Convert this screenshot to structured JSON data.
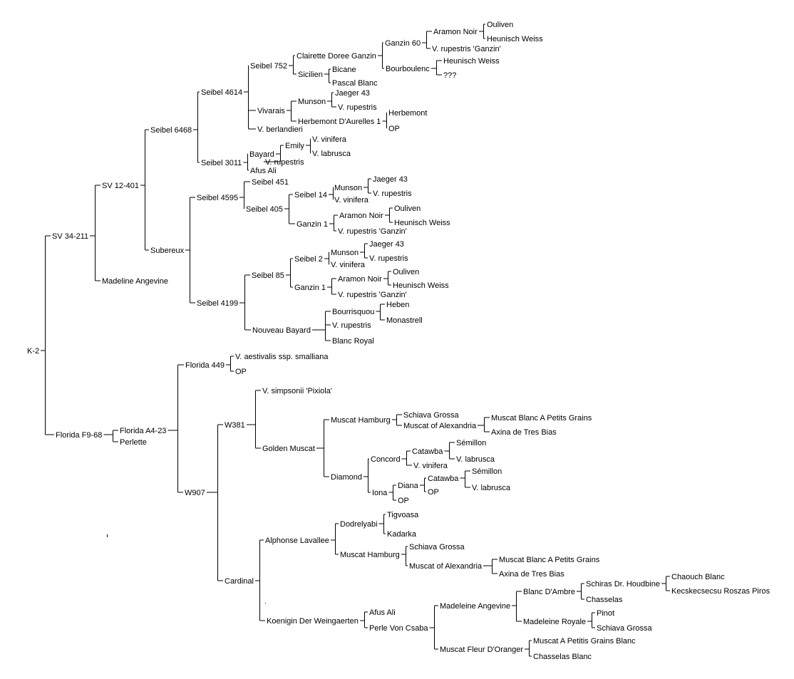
{
  "pedigree": {
    "label": "K-2",
    "children": [
      {
        "label": "SV 34-211",
        "children": [
          {
            "label": "SV 12-401",
            "children": [
              {
                "label": "Seibel 6468",
                "children": [
                  {
                    "label": "Seibel 4614",
                    "children": [
                      {
                        "label": "Seibel 752",
                        "children": [
                          {
                            "label": "Clairette Doree Ganzin",
                            "children": [
                              {
                                "label": "Ganzin 60",
                                "children": [
                                  {
                                    "label": "Aramon Noir",
                                    "children": [
                                      {
                                        "label": "Ouliven"
                                      },
                                      {
                                        "label": "Heunisch Weiss"
                                      }
                                    ]
                                  },
                                  {
                                    "label": "V. rupestris 'Ganzin'"
                                  }
                                ]
                              },
                              {
                                "label": "Bourboulenc",
                                "children": [
                                  {
                                    "label": "Heunisch Weiss"
                                  },
                                  {
                                    "label": "???"
                                  }
                                ]
                              }
                            ]
                          },
                          {
                            "label": "Sicilien",
                            "children": [
                              {
                                "label": "Bicane"
                              },
                              {
                                "label": "Pascal Blanc"
                              }
                            ]
                          }
                        ]
                      },
                      {
                        "label": "Vivarais",
                        "children": [
                          {
                            "label": "Munson",
                            "children": [
                              {
                                "label": "Jaeger 43"
                              },
                              {
                                "label": "V. rupestris"
                              }
                            ]
                          },
                          {
                            "label": "Herbemont D'Aurelles 1",
                            "children": [
                              {
                                "label": "Herbemont"
                              },
                              {
                                "label": "OP"
                              }
                            ]
                          }
                        ]
                      },
                      {
                        "label": "V. berlandieri"
                      }
                    ]
                  },
                  {
                    "label": "Seibel 3011",
                    "children": [
                      {
                        "label": "Bayard",
                        "children": [
                          {
                            "label": "Emily",
                            "children": [
                              {
                                "label": "V. vinifera"
                              },
                              {
                                "label": "V. labrusca"
                              }
                            ]
                          },
                          {
                            "label": "V. rupestris"
                          }
                        ]
                      },
                      {
                        "label": "Afus Ali"
                      }
                    ]
                  }
                ]
              },
              {
                "label": "Subereux",
                "children": [
                  {
                    "label": "Seibel 4595",
                    "children": [
                      {
                        "label": "Seibel 451"
                      },
                      {
                        "label": "Seibel 405",
                        "children": [
                          {
                            "label": "Seibel 14",
                            "children": [
                              {
                                "label": "Munson",
                                "children": [
                                  {
                                    "label": "Jaeger 43"
                                  },
                                  {
                                    "label": "V. rupestris"
                                  }
                                ]
                              },
                              {
                                "label": "V. vinifera"
                              }
                            ]
                          },
                          {
                            "label": "Ganzin 1",
                            "children": [
                              {
                                "label": "Aramon Noir",
                                "children": [
                                  {
                                    "label": "Ouliven"
                                  },
                                  {
                                    "label": "Heunisch Weiss"
                                  }
                                ]
                              },
                              {
                                "label": "V. rupestris 'Ganzin'"
                              }
                            ]
                          }
                        ]
                      }
                    ]
                  },
                  {
                    "label": "Seibel 4199",
                    "children": [
                      {
                        "label": "Seibel 85",
                        "children": [
                          {
                            "label": "Seibel 2",
                            "children": [
                              {
                                "label": "Munson",
                                "children": [
                                  {
                                    "label": "Jaeger 43"
                                  },
                                  {
                                    "label": "V. rupestris"
                                  }
                                ]
                              },
                              {
                                "label": "V. vinifera"
                              }
                            ]
                          },
                          {
                            "label": "Ganzin 1",
                            "children": [
                              {
                                "label": "Aramon Noir",
                                "children": [
                                  {
                                    "label": "Ouliven"
                                  },
                                  {
                                    "label": "Heunisch Weiss"
                                  }
                                ]
                              },
                              {
                                "label": "V. rupestris 'Ganzin'"
                              }
                            ]
                          }
                        ]
                      },
                      {
                        "label": "Nouveau Bayard",
                        "children": [
                          {
                            "label": "Bourrisquou",
                            "children": [
                              {
                                "label": "Heben"
                              },
                              {
                                "label": "Monastrell"
                              }
                            ]
                          },
                          {
                            "label": "V. rupestris"
                          },
                          {
                            "label": "Blanc Royal"
                          }
                        ]
                      }
                    ]
                  }
                ]
              }
            ]
          },
          {
            "label": "Madeline Angevine"
          }
        ]
      },
      {
        "label": "Florida F9-68",
        "children": [
          {
            "label": "Florida A4-23",
            "children": [
              {
                "label": "Florida 449",
                "children": [
                  {
                    "label": "V. aestivalis ssp. smalliana"
                  },
                  {
                    "label": "OP"
                  }
                ]
              },
              {
                "label": "W907",
                "children": [
                  {
                    "label": "W381",
                    "children": [
                      {
                        "label": "V. simpsonii 'Pixiola'"
                      },
                      {
                        "label": "Golden Muscat",
                        "children": [
                          {
                            "label": "Muscat Hamburg",
                            "children": [
                              {
                                "label": "Schiava Grossa"
                              },
                              {
                                "label": "Muscat of Alexandria",
                                "children": [
                                  {
                                    "label": "Muscat Blanc A Petits Grains"
                                  },
                                  {
                                    "label": "Axina de Tres Bias"
                                  }
                                ]
                              }
                            ]
                          },
                          {
                            "label": "Diamond",
                            "children": [
                              {
                                "label": "Concord",
                                "children": [
                                  {
                                    "label": "Catawba",
                                    "children": [
                                      {
                                        "label": "Sémillon"
                                      },
                                      {
                                        "label": "V. labrusca"
                                      }
                                    ]
                                  },
                                  {
                                    "label": "V. vinifera"
                                  }
                                ]
                              },
                              {
                                "label": "Iona",
                                "children": [
                                  {
                                    "label": "Diana",
                                    "children": [
                                      {
                                        "label": "Catawba",
                                        "children": [
                                          {
                                            "label": "Sémillon"
                                          },
                                          {
                                            "label": "V. labrusca"
                                          }
                                        ]
                                      },
                                      {
                                        "label": "OP"
                                      }
                                    ]
                                  },
                                  {
                                    "label": "OP"
                                  }
                                ]
                              }
                            ]
                          }
                        ]
                      }
                    ]
                  },
                  {
                    "label": "Cardinal",
                    "children": [
                      {
                        "label": "Alphonse Lavallee",
                        "children": [
                          {
                            "label": "Dodrelyabi",
                            "children": [
                              {
                                "label": "Tigvoasa"
                              },
                              {
                                "label": "Kadarka"
                              }
                            ]
                          },
                          {
                            "label": "Muscat Hamburg",
                            "children": [
                              {
                                "label": "Schiava Grossa"
                              },
                              {
                                "label": "Muscat of Alexandria",
                                "children": [
                                  {
                                    "label": "Muscat Blanc A Petits Grains"
                                  },
                                  {
                                    "label": "Axina de Tres Bias"
                                  }
                                ]
                              }
                            ]
                          }
                        ]
                      },
                      {
                        "label": "Koenigin Der Weingaerten",
                        "children": [
                          {
                            "label": "Afus Ali"
                          },
                          {
                            "label": "Perle Von Csaba",
                            "children": [
                              {
                                "label": "Madeleine Angevine",
                                "children": [
                                  {
                                    "label": "Blanc D'Ambre",
                                    "children": [
                                      {
                                        "label": "Schiras Dr. Houdbine",
                                        "children": [
                                          {
                                            "label": "Chaouch Blanc"
                                          },
                                          {
                                            "label": "Kecskecsecsu Roszas Piros"
                                          }
                                        ]
                                      },
                                      {
                                        "label": "Chasselas"
                                      }
                                    ]
                                  },
                                  {
                                    "label": "Madeleine Royale",
                                    "children": [
                                      {
                                        "label": "Pinot"
                                      },
                                      {
                                        "label": "Schiava Grossa"
                                      }
                                    ]
                                  }
                                ]
                              },
                              {
                                "label": "Muscat Fleur D'Oranger",
                                "children": [
                                  {
                                    "label": "Muscat A Petitis Grains Blanc"
                                  },
                                  {
                                    "label": "Chasselas Blanc"
                                  }
                                ]
                              }
                            ]
                          }
                        ]
                      }
                    ]
                  }
                ]
              }
            ]
          },
          {
            "label": "Perlette"
          }
        ]
      }
    ]
  }
}
